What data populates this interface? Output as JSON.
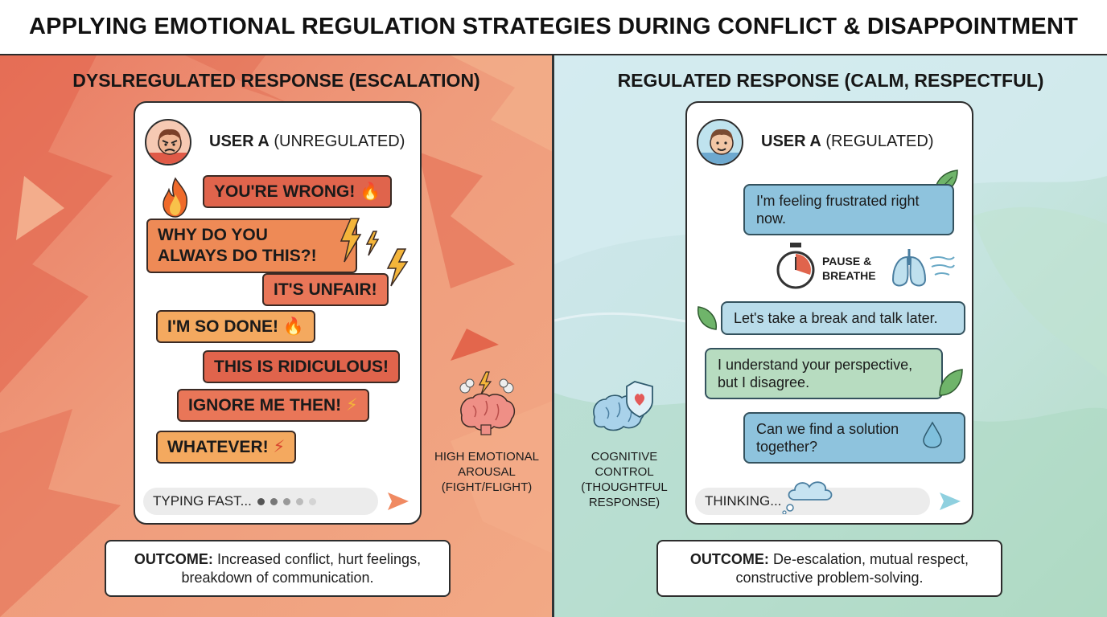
{
  "title": "APPLYING EMOTIONAL REGULATION STRATEGIES DURING CONFLICT & DISAPPOINTMENT",
  "left": {
    "heading": "DYSLREGULATED RESPONSE (ESCALATION)",
    "user_name": "USER A",
    "user_state": "(UNREGULATED)",
    "messages": [
      "YOU'RE WRONG!",
      "WHY DO YOU",
      "ALWAYS DO THIS?!",
      "IT'S UNFAIR!",
      "I'M SO DONE!",
      "THIS IS RIDICULOUS!",
      "IGNORE ME THEN!",
      "WHATEVER!"
    ],
    "typing": "TYPING FAST...",
    "side_label": [
      "HIGH EMOTIONAL",
      "AROUSAL",
      "(FIGHT/FLIGHT)"
    ],
    "outcome_label": "OUTCOME:",
    "outcome_text": [
      "Increased conflict, hurt feelings,",
      "breakdown of communication."
    ],
    "icons": [
      "angry-face-icon",
      "fire-icon",
      "lightning-icon",
      "stressed-brain-icon",
      "send-icon"
    ]
  },
  "right": {
    "heading": "REGULATED RESPONSE (CALM, RESPECTFUL)",
    "user_name": "USER A",
    "user_state": "(REGULATED)",
    "messages": [
      [
        "I'm feeling frustrated right",
        "now."
      ],
      [
        "Let's take a break and talk later."
      ],
      [
        "I understand your perspective,",
        "but I disagree."
      ],
      [
        "Can we find a solution",
        "together?"
      ]
    ],
    "pause_label": [
      "PAUSE &",
      "BREATHE"
    ],
    "typing": "THINKING...",
    "side_label": [
      "COGNITIVE",
      "CONTROL",
      "(THOUGHTFUL",
      "RESPONSE)"
    ],
    "outcome_label": "OUTCOME:",
    "outcome_text": [
      "De-escalation, mutual respect,",
      "constructive problem-solving."
    ],
    "icons": [
      "calm-face-icon",
      "leaf-icon",
      "stopwatch-icon",
      "lungs-icon",
      "water-drop-icon",
      "thought-cloud-icon",
      "brain-shield-icon",
      "send-icon"
    ]
  },
  "colors": {
    "left_bg": "#ec8c6e",
    "right_bg": "#c4e3e0",
    "angry_red": "#e0644c",
    "calm_blue": "#8ec3dd",
    "calm_green": "#b7dcc0"
  }
}
